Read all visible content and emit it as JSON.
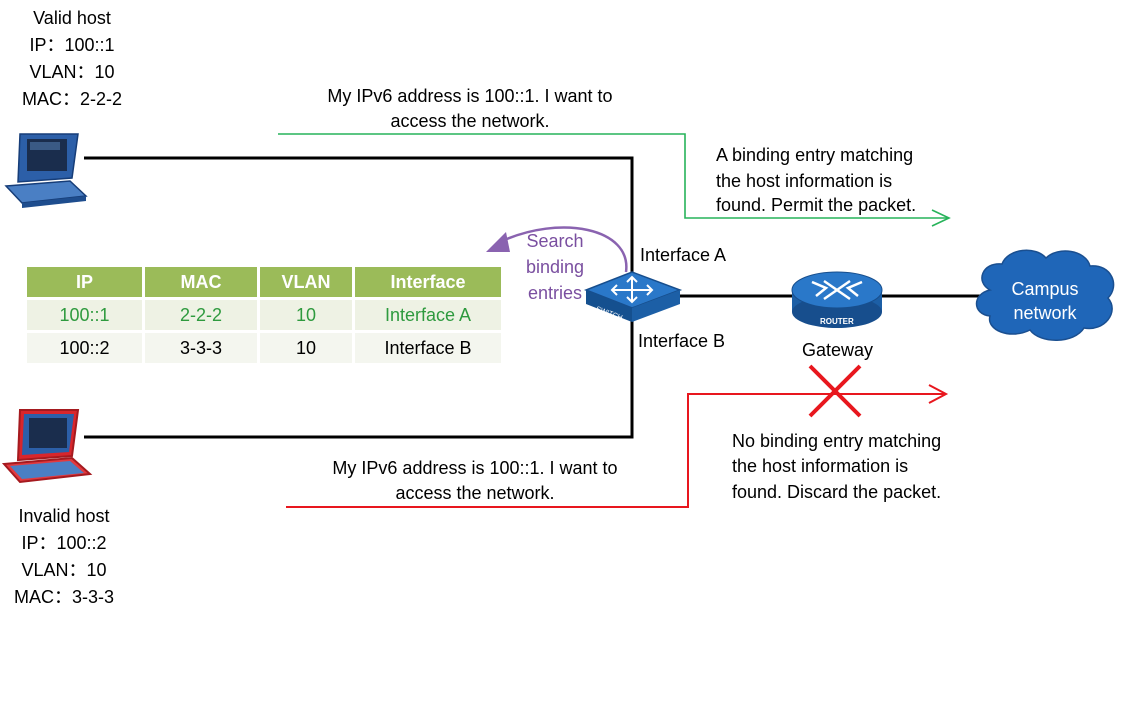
{
  "valid_host": {
    "title": "Valid host",
    "ip": "IP：100::1",
    "vlan": "VLAN：10",
    "mac": "MAC：2-2-2"
  },
  "invalid_host": {
    "title": "Invalid host",
    "ip": "IP：100::2",
    "vlan": "VLAN：10",
    "mac": "MAC：3-3-3"
  },
  "messages": {
    "valid_request_1": "My IPv6 address is 100::1. I want to",
    "valid_request_2": "access the network.",
    "valid_result_1": "A binding entry matching",
    "valid_result_2": "the host information is",
    "valid_result_3": "found. Permit the packet.",
    "invalid_request_1": "My IPv6 address is 100::1. I want to",
    "invalid_request_2": "access the network.",
    "invalid_result_1": "No binding entry matching",
    "invalid_result_2": "the host information is",
    "invalid_result_3": "found. Discard the packet."
  },
  "search": {
    "line1": "Search",
    "line2": "binding",
    "line3": "entries"
  },
  "interfaces": {
    "a": "Interface A",
    "b": "Interface B"
  },
  "devices": {
    "switch_label": "SWITCH",
    "router_label": "ROUTER",
    "gateway": "Gateway",
    "campus_line1": "Campus",
    "campus_line2": "network"
  },
  "binding_table": {
    "headers": [
      "IP",
      "MAC",
      "VLAN",
      "Interface"
    ],
    "rows": [
      [
        "100::1",
        "2-2-2",
        "10",
        "Interface A"
      ],
      [
        "100::2",
        "3-3-3",
        "10",
        "Interface B"
      ]
    ]
  },
  "colors": {
    "permit_arrow": "#27b35a",
    "discard_arrow": "#e8171e",
    "search_arrow": "#8a63b0",
    "table_header": "#9bbb59",
    "device_blue": "#1f66b8"
  }
}
